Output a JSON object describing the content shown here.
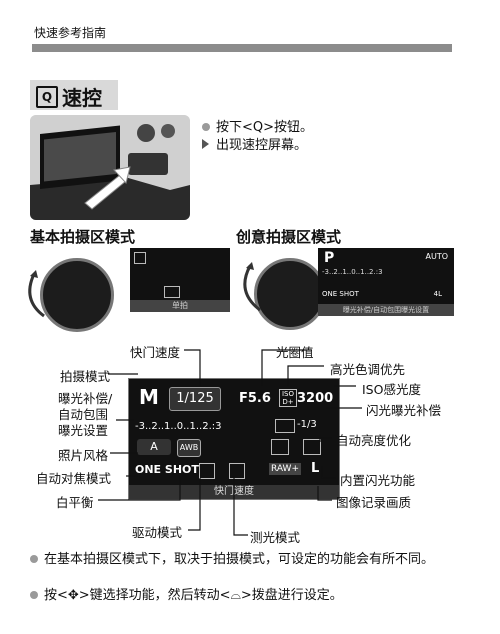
{
  "header": {
    "text": "快速参考指南"
  },
  "section": {
    "icon_text": "Q",
    "title": "速控"
  },
  "steps": [
    {
      "text": "按下<Q>按钮。"
    },
    {
      "text": "出现速控屏幕。"
    }
  ],
  "modes": {
    "basic": "基本拍摄区模式",
    "creative": "创意拍摄区模式"
  },
  "basic_screen": {
    "bottom_text": "单拍"
  },
  "creative_screen": {
    "mode": "P",
    "auto": "AUTO",
    "scale": "-3..2..1..0..1..2.:3",
    "one_shot": "ONE SHOT",
    "quality": "4L",
    "bottom_text": "曝光补偿/自动包围曝光设置"
  },
  "qc": {
    "mode": "M",
    "shutter": "1/125",
    "aperture": "F5.6",
    "iso": "3200",
    "scale": "-3..2..1..0..1..2.:3",
    "flash_comp": "-1/3",
    "style": "A",
    "wb": "AWB",
    "af": "ONE SHOT",
    "raw": "RAW+",
    "quality": "L",
    "bottom": "快门速度"
  },
  "labels": {
    "shutter": "快门速度",
    "aperture": "光圈值",
    "hto": "高光色调优先",
    "mode": "拍摄模式",
    "iso": "ISO感光度",
    "exp1": "曝光补偿/",
    "exp2": "自动包围",
    "exp3": "曝光设置",
    "flash": "闪光曝光补偿",
    "style": "照片风格",
    "alo": "自动亮度优化",
    "af": "自动对焦模式",
    "builtin": "内置闪光功能",
    "wb": "白平衡",
    "quality": "图像记录画质",
    "drive": "驱动模式",
    "metering": "测光模式"
  },
  "notes": [
    {
      "text": "在基本拍摄区模式下，取决于拍摄模式，可设定的功能会有所不同。"
    },
    {
      "text": "按<✥>键选择功能，然后转动<⌓>拨盘进行设定。"
    }
  ]
}
